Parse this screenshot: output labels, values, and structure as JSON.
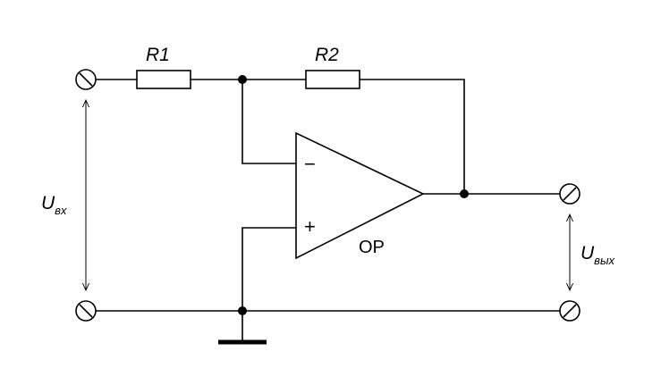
{
  "components": {
    "r1": {
      "label": "R1"
    },
    "r2": {
      "label": "R2"
    },
    "opamp": {
      "label": "OP",
      "inverting": "−",
      "noninverting": "+"
    }
  },
  "input_voltage": {
    "symbol": "U",
    "subscript": "вх"
  },
  "output_voltage": {
    "symbol": "U",
    "subscript": "вых"
  }
}
